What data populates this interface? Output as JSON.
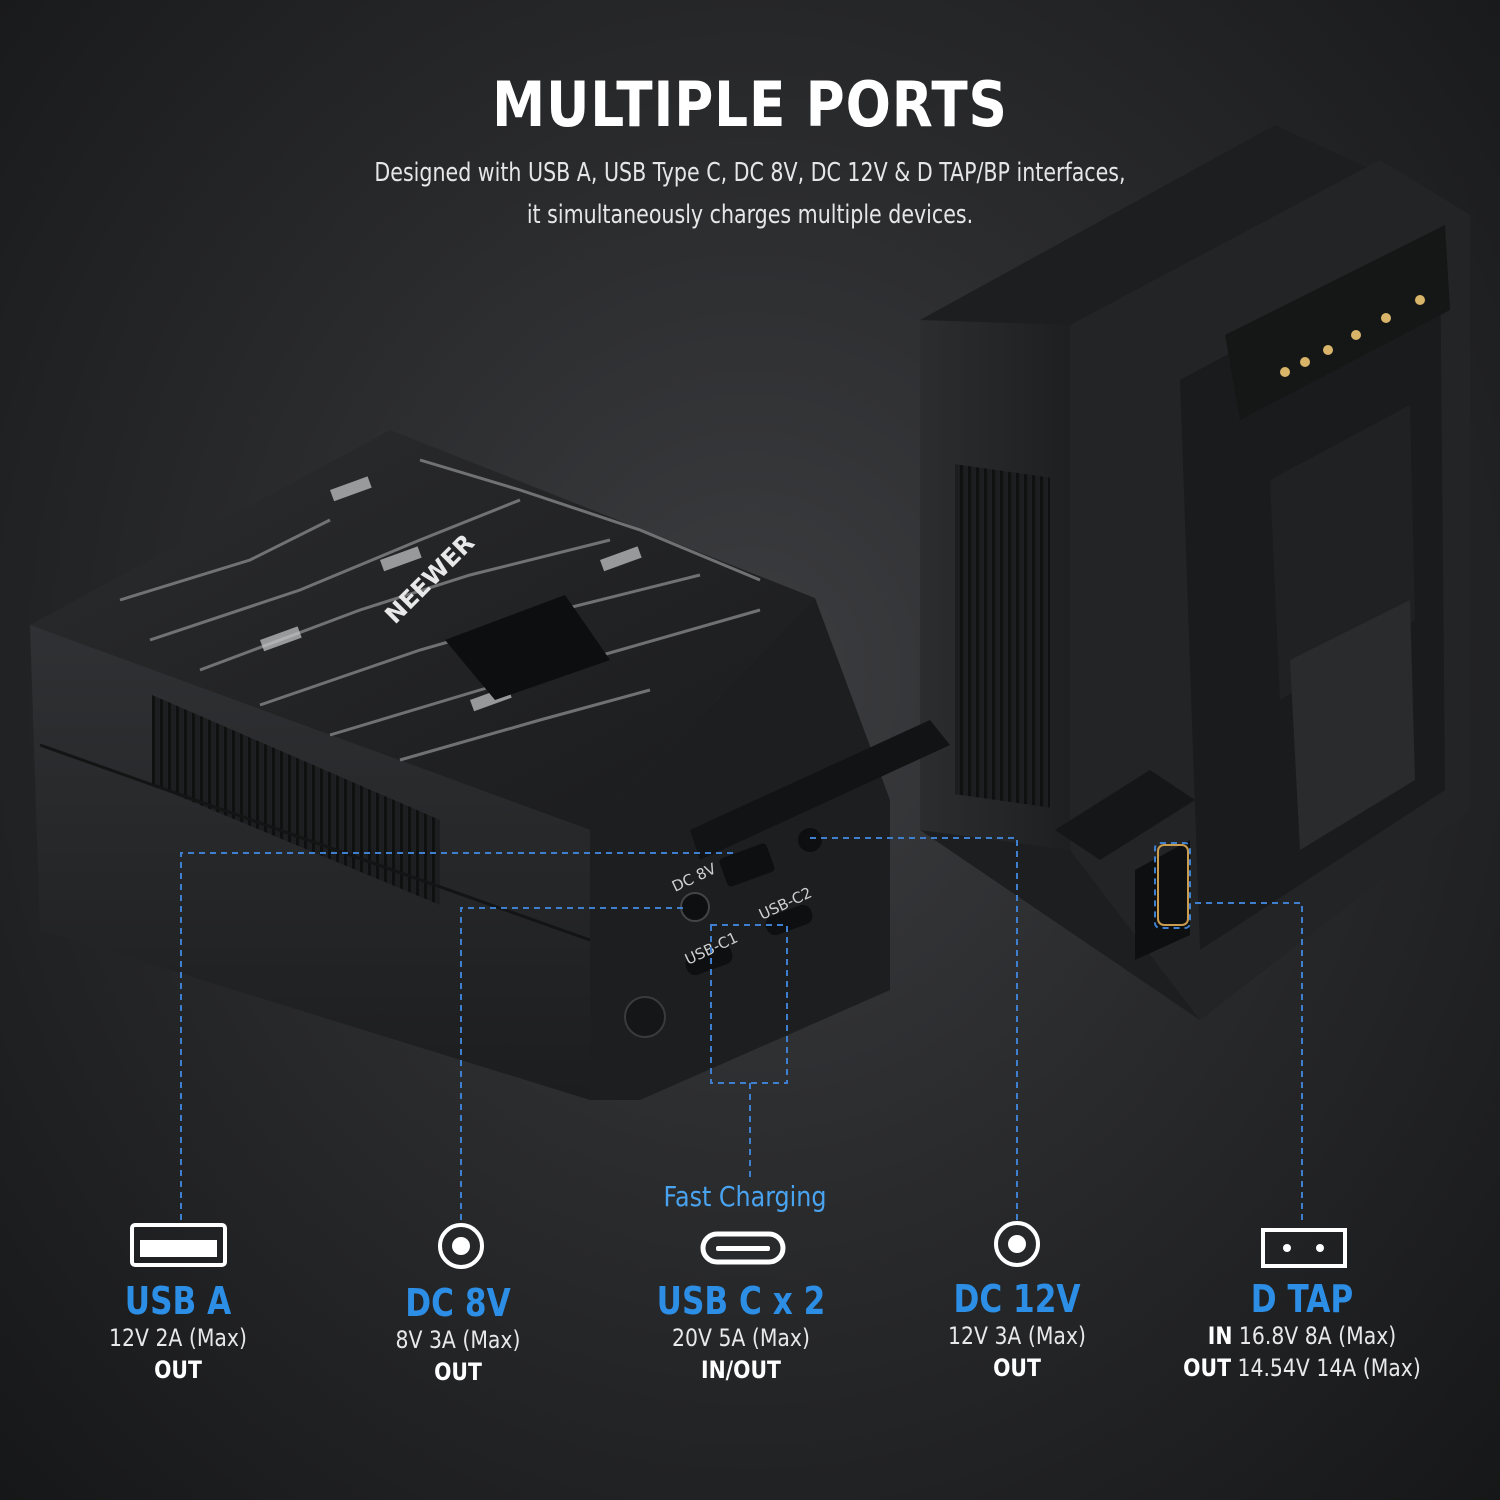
{
  "header": {
    "title": "MULTIPLE PORTS",
    "subtitle_line1": "Designed with USB A, USB Type C, DC 8V, DC 12V & D TAP/BP interfaces,",
    "subtitle_line2": "it simultaneously charges multiple devices."
  },
  "device_labels": {
    "brand": "NEEWER",
    "dc8v": "DC 8V",
    "usbc1": "USB-C1",
    "usbc2": "USB-C2"
  },
  "fast_charging": "Fast Charging",
  "ports": [
    {
      "name": "USB A",
      "spec": "12V 2A (Max)",
      "mode": "OUT",
      "icon": "usb-a-icon"
    },
    {
      "name": "DC 8V",
      "spec": "8V 3A (Max)",
      "mode": "OUT",
      "icon": "dc-port-icon"
    },
    {
      "name": "USB C x 2",
      "spec": "20V 5A (Max)",
      "mode": "IN/OUT",
      "icon": "usb-c-icon"
    },
    {
      "name": "DC 12V",
      "spec": "12V 3A (Max)",
      "mode": "OUT",
      "icon": "dc-port-icon"
    },
    {
      "name": "D TAP",
      "in_label": "IN",
      "in_spec": "16.8V 8A (Max)",
      "out_label": "OUT",
      "out_spec": "14.54V 14A (Max)",
      "icon": "d-tap-icon"
    }
  ],
  "colors": {
    "accent": "#2d8ee6",
    "line": "#3f7fd0",
    "background": "#2a2b2d"
  }
}
